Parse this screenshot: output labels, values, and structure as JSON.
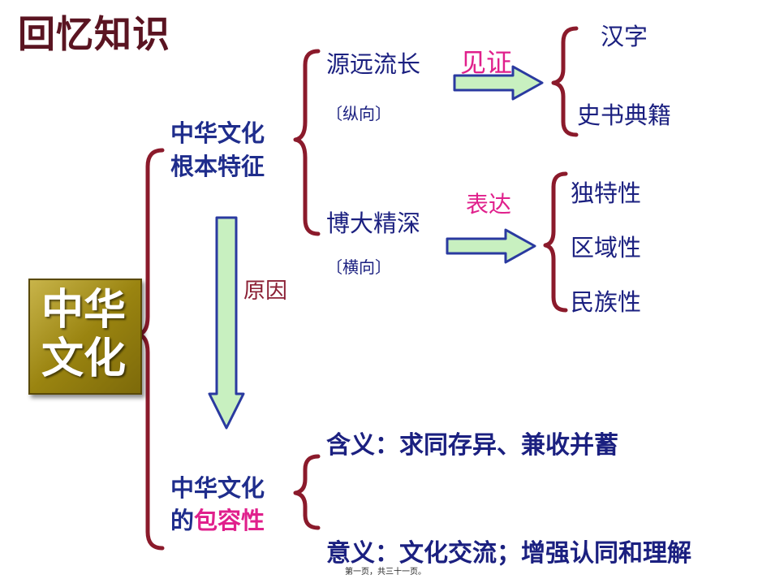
{
  "slide": {
    "title": "回忆知识",
    "core": {
      "line1": "中华",
      "line2": "文化"
    },
    "feature": {
      "line1": "中华文化",
      "line2": "根本特征",
      "branch1": {
        "label": "源远流长",
        "note": "〔纵向〕",
        "arrow_label": "见证",
        "items": [
          "汉字",
          "史书典籍"
        ]
      },
      "branch2": {
        "label": "博大精深",
        "note": "〔横向〕",
        "arrow_label": "表达",
        "items": [
          "独特性",
          "区域性",
          "民族性"
        ]
      }
    },
    "reason_label": "原因",
    "inclusive": {
      "line1": "中华文化",
      "line2_prefix": "的",
      "line2_highlight": "包容性",
      "meaning": "含义：求同存异、兼收并蓄",
      "significance": "意义：文化交流；增强认同和理解"
    },
    "footer": "第一页，共三十一页。"
  },
  "colors": {
    "title": "#5a1421",
    "brace": "#8b1a2b",
    "arrow_fill": "#c8f0c0",
    "arrow_stroke": "#2a3aa0",
    "highlight": "#e0208c",
    "core_box": "#9a8410"
  }
}
